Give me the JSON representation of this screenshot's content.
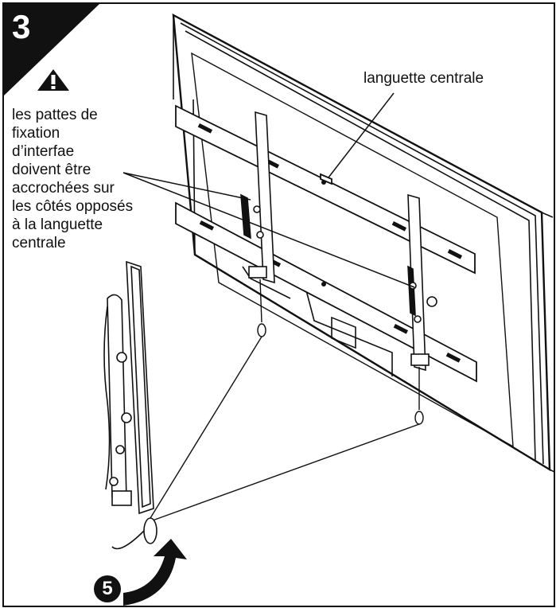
{
  "step": {
    "number": "3"
  },
  "warning": {
    "icon": "warning-triangle-icon",
    "text": "les pattes de\nfixation\nd’interfae\ndoivent être\naccrochées sur\nles côtés opposés\nà la languette\ncentrale"
  },
  "callout": {
    "label": "languette centrale"
  },
  "substep": {
    "number": "5"
  },
  "colors": {
    "ink": "#111111",
    "paper": "#ffffff"
  }
}
